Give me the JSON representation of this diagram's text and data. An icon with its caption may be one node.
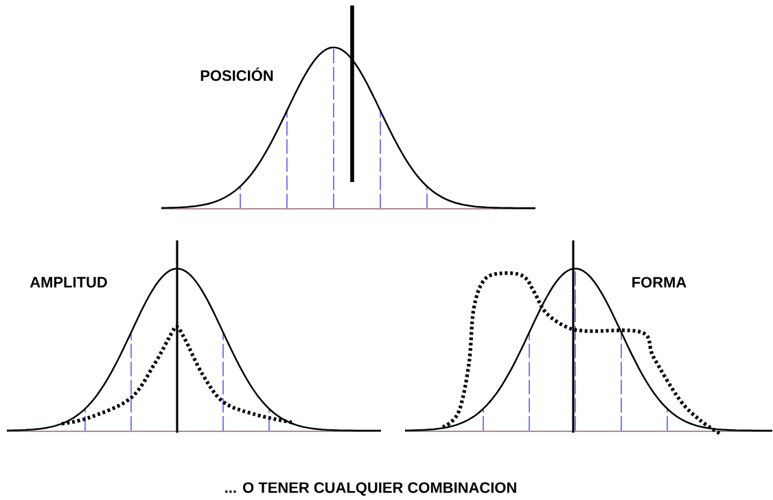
{
  "diagram": {
    "labels": [
      "POSICIÓN",
      "AMPLITUD",
      "FORMA",
      "... O TENER CUALQUIER COMBINACION"
    ]
  }
}
